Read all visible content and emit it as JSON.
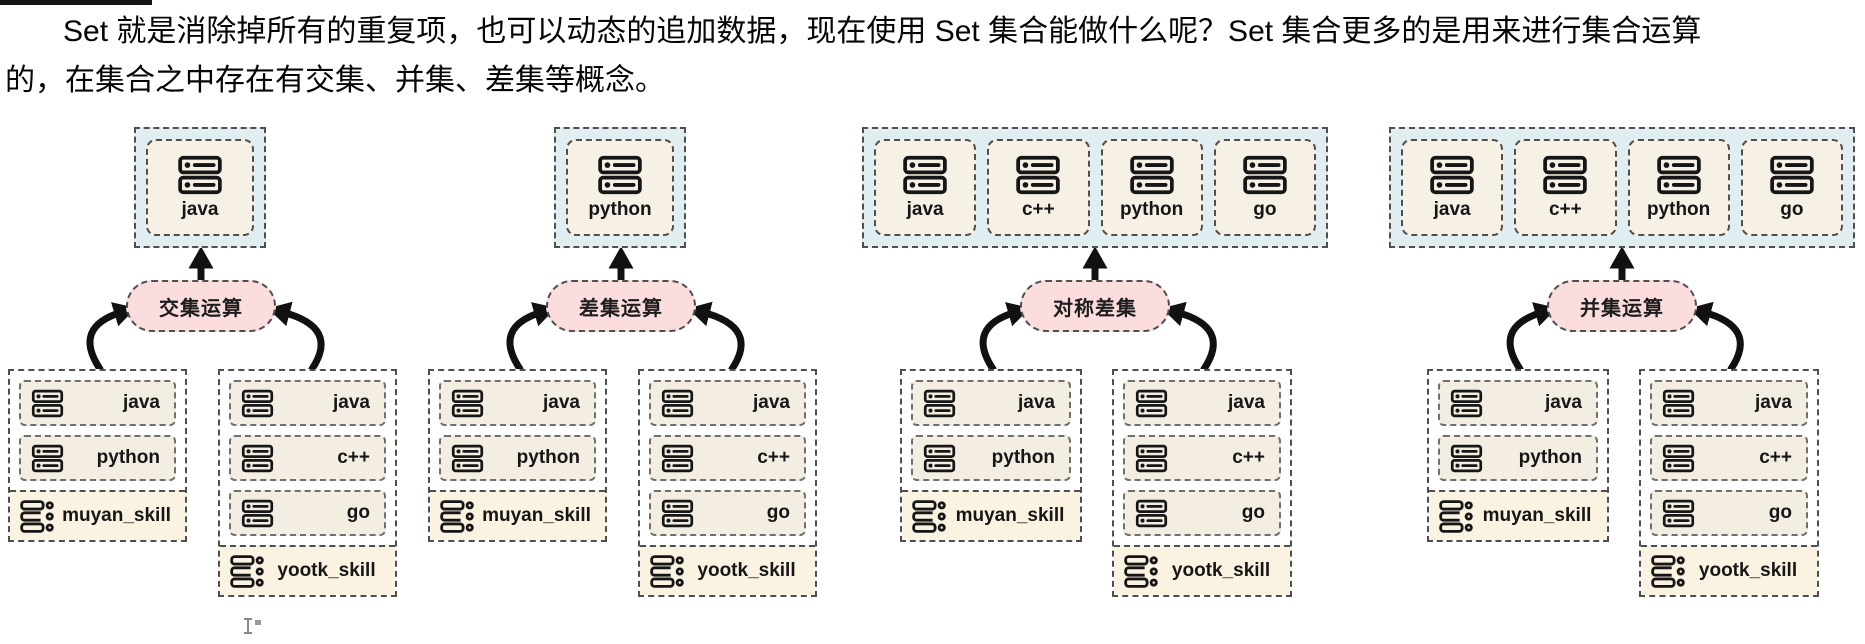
{
  "document": {
    "paragraph": {
      "line1": "Set 就是消除掉所有的重复项，也可以动态的追加数据，现在使用 Set 集合能做什么呢？Set 集合更多的是用来进行集合运算",
      "line2": "的，在集合之中存在有交集、并集、差集等概念。"
    }
  },
  "colors": {
    "result_container_bg": "#e1eef1",
    "result_cell_bg": "#f6f1e4",
    "pill_bg": "#fcdddd",
    "row_bg": "#f3eee1",
    "strip_bg": "#faf3e2",
    "group_bg": "#ffffff",
    "border": "#4f4f4f",
    "ink": "#161616",
    "arrow": "#111111"
  },
  "icons": {
    "result_item_icon": "server-icon",
    "set_name_icon": "collection-icon",
    "caret_icon": "text-cursor-icon"
  },
  "diagrams": [
    {
      "id": "intersection",
      "operation": "交集运算",
      "results": [
        "java"
      ],
      "groups": [
        {
          "items": [
            "java",
            "python"
          ],
          "label": "muyan_skill"
        },
        {
          "items": [
            "java",
            "c++",
            "go"
          ],
          "label": "yootk_skill"
        }
      ]
    },
    {
      "id": "difference",
      "operation": "差集运算",
      "results": [
        "python"
      ],
      "groups": [
        {
          "items": [
            "java",
            "python"
          ],
          "label": "muyan_skill"
        },
        {
          "items": [
            "java",
            "c++",
            "go"
          ],
          "label": "yootk_skill"
        }
      ]
    },
    {
      "id": "symmetric-difference",
      "operation": "对称差集",
      "results": [
        "java",
        "c++",
        "python",
        "go"
      ],
      "groups": [
        {
          "items": [
            "java",
            "python"
          ],
          "label": "muyan_skill"
        },
        {
          "items": [
            "java",
            "c++",
            "go"
          ],
          "label": "yootk_skill"
        }
      ]
    },
    {
      "id": "union",
      "operation": "并集运算",
      "results": [
        "java",
        "c++",
        "python",
        "go"
      ],
      "groups": [
        {
          "items": [
            "java",
            "python"
          ],
          "label": "muyan_skill"
        },
        {
          "items": [
            "java",
            "c++",
            "go"
          ],
          "label": "yootk_skill"
        }
      ]
    }
  ]
}
